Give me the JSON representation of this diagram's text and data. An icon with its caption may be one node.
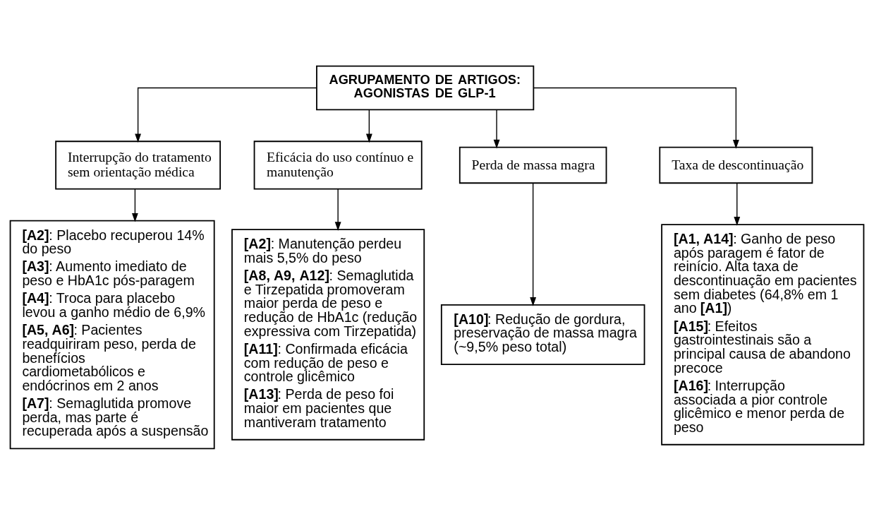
{
  "diagram": {
    "nodes": [
      {
        "text": [
          "AGRUPAMENTO DE ARTIGOS: AGONISTAS DE GLP-1"
        ]
      },
      {
        "text": [
          "Interrupção do tratamento sem orientação médica"
        ]
      },
      {
        "text": [
          "Eficácia do uso contínuo e manutenção"
        ]
      },
      {
        "text": [
          "Perda de massa magra"
        ]
      },
      {
        "text": [
          "Taxa de descontinuação"
        ]
      },
      {
        "text": [
          "**[A2]**: Placebo recuperou 14% do peso",
          "**[A3]**: Aumento imediato de peso e HbA1c pós-paragem",
          "**[A4]**: Troca para placebo levou a ganho médio de 6,9%",
          "**[A5, A6]**: Pacientes readquiriram peso, perda de benefícios cardiometabólicos e endócrinos em 2 anos",
          "**[A7]**: Semaglutida promove perda, mas parte é recuperada após a suspensão"
        ]
      },
      {
        "text": [
          "**[A2]**: Manutenção perdeu mais 5,5% do peso",
          "**[A8, A9, A12]**: Semaglutida e Tirzepatida promoveram maior perda de peso e redução de HbA1c (redução expressiva com Tirzepatida)",
          "**[A11]**: Confirmada eficácia com redução de peso e controle glicêmico",
          "**[A13]**: Perda de peso foi maior em pacientes que mantiveram tratamento"
        ]
      },
      {
        "text": [
          "**[A10]**: Redução de gordura, preservação de massa magra (~9,5% peso total)"
        ]
      },
      {
        "text": [
          "**[A1, A14]**: Ganho de peso após paragem é fator de reinício. Alta taxa de descontinuação em pacientes sem diabetes (64,8% em 1 ano **[A1]**)",
          "**[A15]**: Efeitos gastrointestinais são a principal causa de abandono precoce",
          "**[A16]**: Interrupção associada a pior controle glicêmico e menor perda de peso"
        ]
      }
    ],
    "edges": [
      {
        "from": 0,
        "to": 1,
        "arrow": "to"
      },
      {
        "from": 0,
        "to": 2,
        "arrow": "to"
      },
      {
        "from": 0,
        "to": 3,
        "arrow": "to"
      },
      {
        "from": 0,
        "to": 4,
        "arrow": "to"
      },
      {
        "from": 1,
        "to": 5,
        "arrow": "to"
      },
      {
        "from": 2,
        "to": 6,
        "arrow": "to"
      },
      {
        "from": 3,
        "to": 7,
        "arrow": "to"
      },
      {
        "from": 4,
        "to": 8,
        "arrow": "to"
      }
    ]
  }
}
